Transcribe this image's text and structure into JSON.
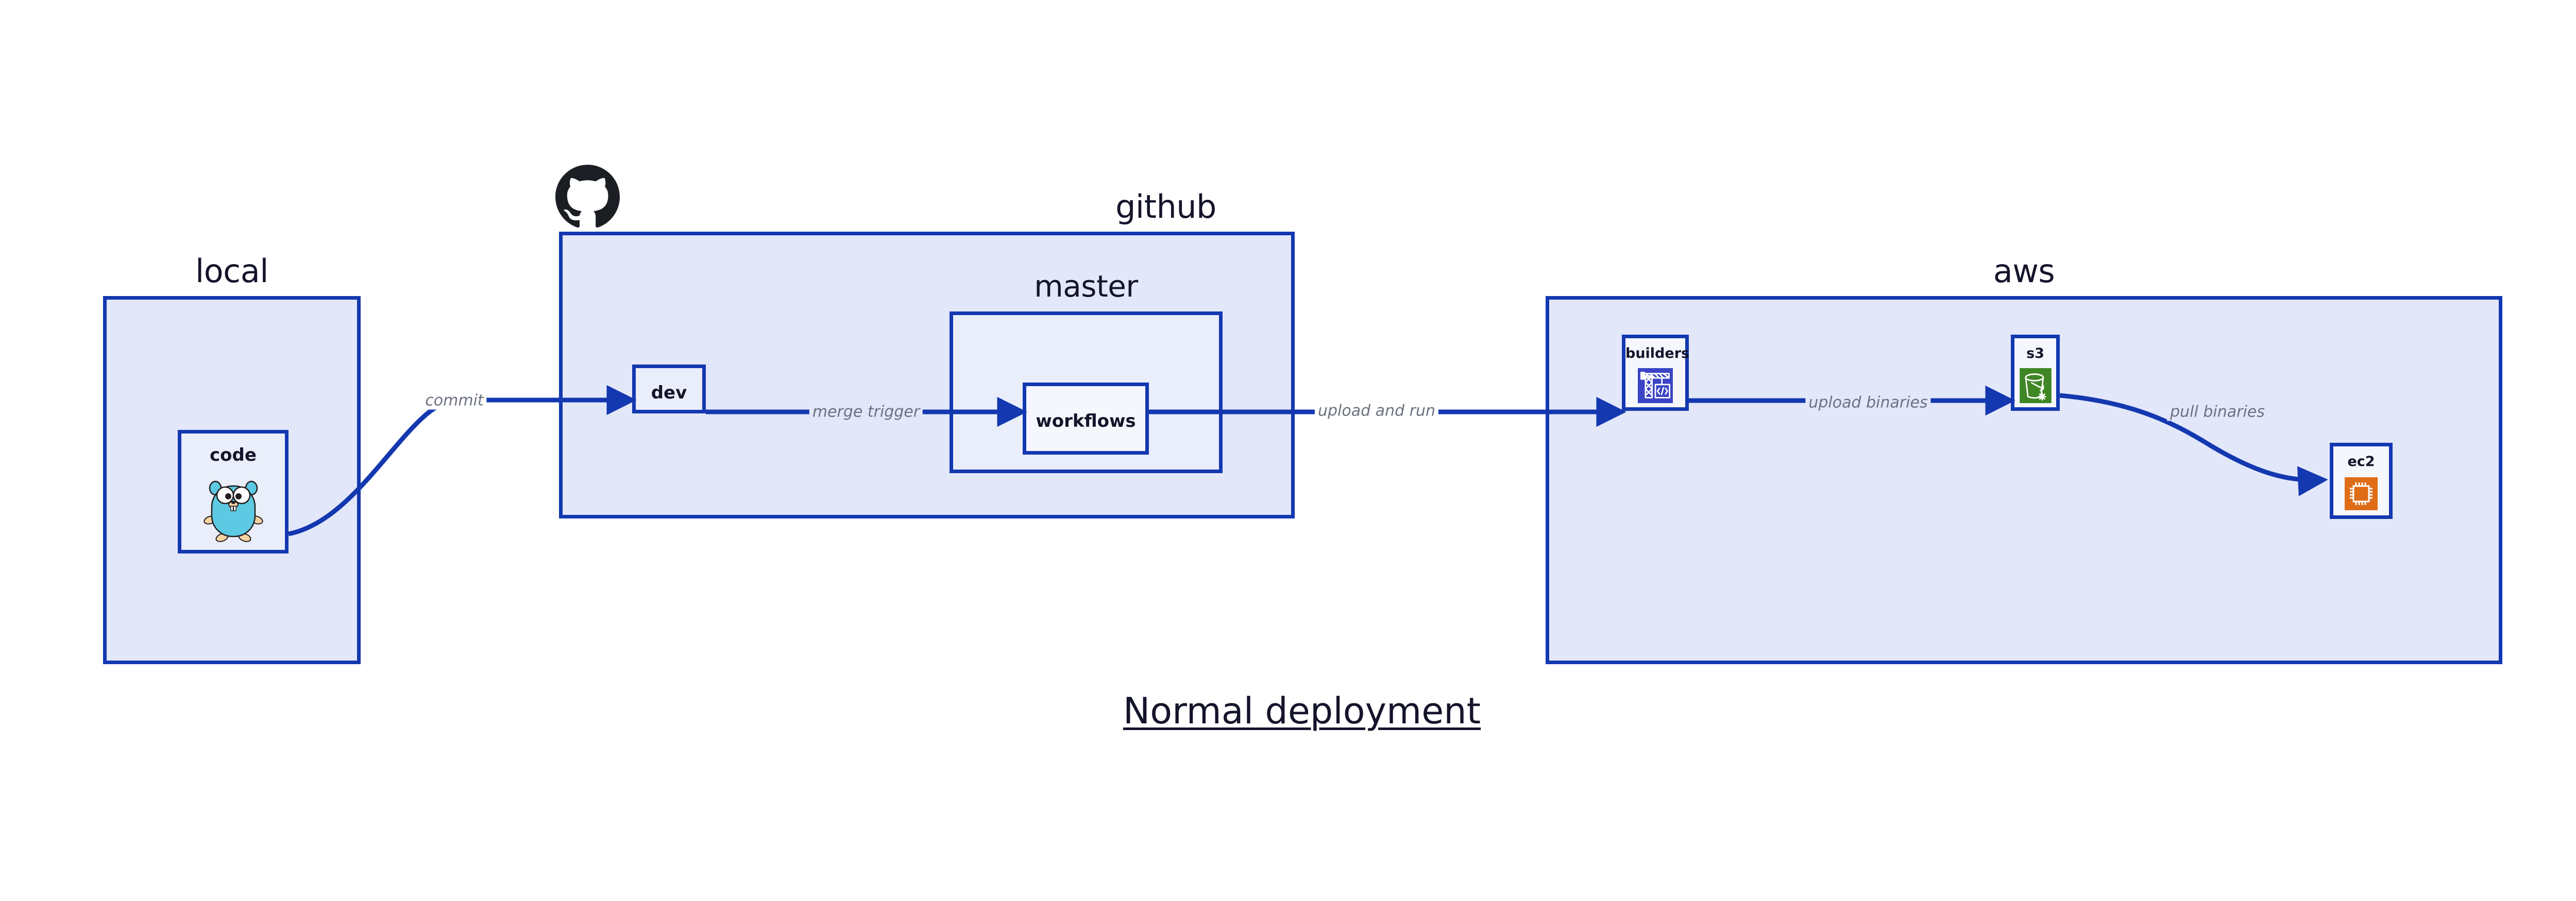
{
  "diagram": {
    "caption": "Normal deployment",
    "background_color": "#ffffff",
    "accent_color": "#1338b0",
    "group_fill": "#e2e7fa",
    "node_fill": "#eaeefb",
    "label_color": "#6b7280"
  },
  "groups": [
    {
      "id": "local",
      "title": "local",
      "icon": null
    },
    {
      "id": "github",
      "title": "github",
      "icon": "github-octocat-icon"
    },
    {
      "id": "master",
      "title": "master",
      "icon": null
    },
    {
      "id": "aws",
      "title": "aws",
      "icon": null
    }
  ],
  "nodes": [
    {
      "id": "code",
      "label": "code",
      "icon": "go-gopher-icon",
      "icon_color": "#5dc9e2",
      "parent": "local"
    },
    {
      "id": "dev",
      "label": "dev",
      "icon": null,
      "parent": "github"
    },
    {
      "id": "workflows",
      "label": "workflows",
      "icon": null,
      "parent": "master"
    },
    {
      "id": "builders",
      "label": "builders",
      "icon": "crane-code-icon",
      "icon_color": "#3a44c4",
      "parent": "aws"
    },
    {
      "id": "s3",
      "label": "s3",
      "icon": "s3-bucket-icon",
      "icon_color": "#3f8624",
      "parent": "aws"
    },
    {
      "id": "ec2",
      "label": "ec2",
      "icon": "cpu-chip-icon",
      "icon_color": "#df6c16",
      "parent": "aws"
    }
  ],
  "edges": [
    {
      "id": "commit",
      "label": "commit",
      "from": "code",
      "to": "dev"
    },
    {
      "id": "merge-trigger",
      "label": "merge trigger",
      "from": "dev",
      "to": "workflows"
    },
    {
      "id": "upload-and-run",
      "label": "upload and run",
      "from": "workflows",
      "to": "builders"
    },
    {
      "id": "upload-binaries",
      "label": "upload binaries",
      "from": "builders",
      "to": "s3"
    },
    {
      "id": "pull-binaries",
      "label": "pull binaries",
      "from": "s3",
      "to": "ec2"
    }
  ]
}
